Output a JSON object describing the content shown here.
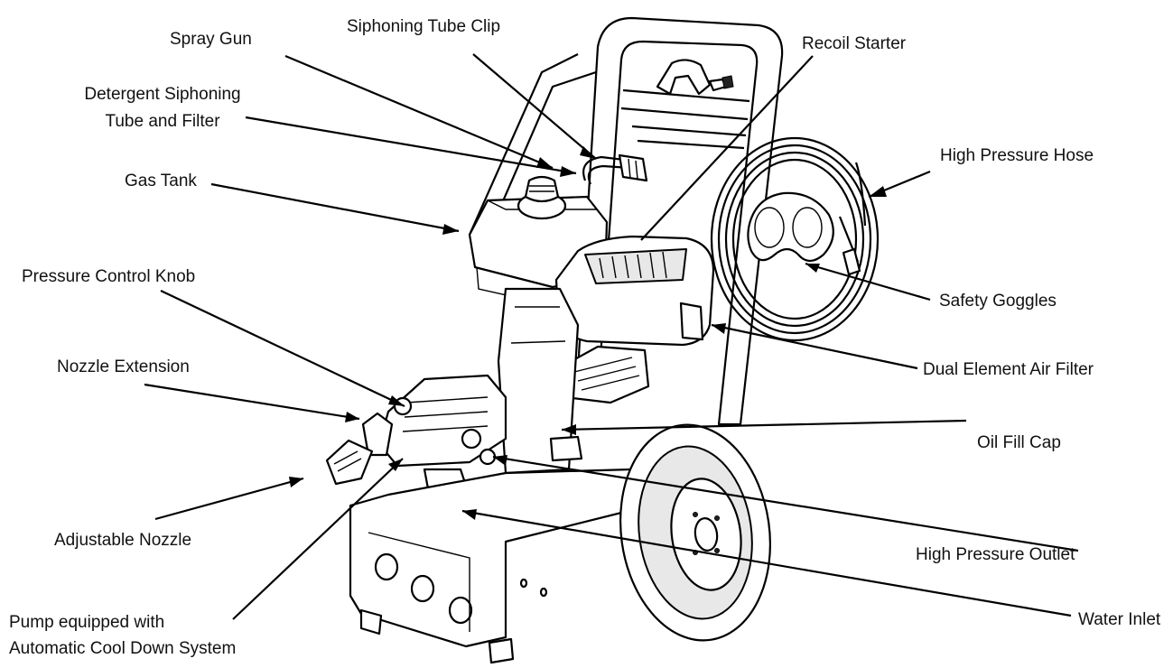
{
  "labels": {
    "spray_gun": "Spray Gun",
    "siphoning_tube_clip": "Siphoning Tube Clip",
    "recoil_starter": "Recoil Starter",
    "detergent_tube_line1": "Detergent Siphoning",
    "detergent_tube_line2": "Tube and Filter",
    "high_pressure_hose": "High Pressure Hose",
    "gas_tank": "Gas Tank",
    "pressure_control_knob": "Pressure Control Knob",
    "safety_goggles": "Safety Goggles",
    "nozzle_extension": "Nozzle Extension",
    "dual_element_air_filter": "Dual Element Air Filter",
    "oil_fill_cap": "Oil Fill Cap",
    "adjustable_nozzle": "Adjustable Nozzle",
    "high_pressure_outlet": "High Pressure Outlet",
    "pump_line1": "Pump equipped with",
    "pump_line2": "Automatic Cool Down System",
    "water_inlet": "Water Inlet"
  }
}
